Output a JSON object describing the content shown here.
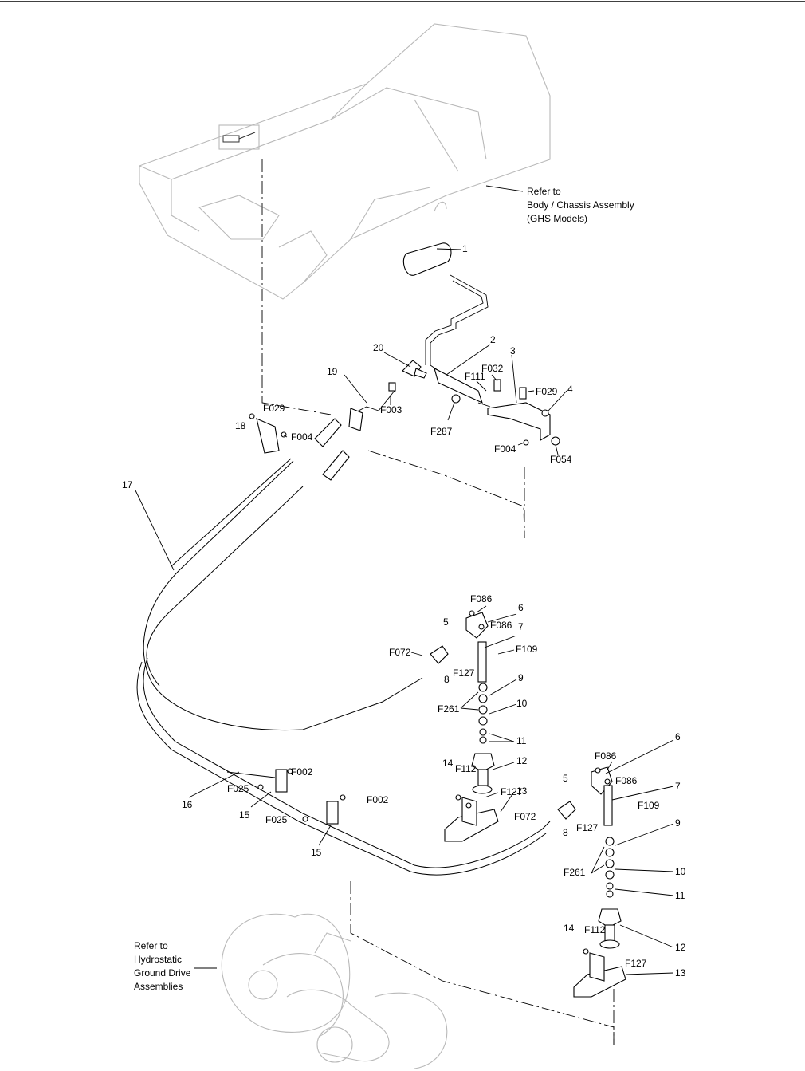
{
  "notes": {
    "body": [
      "Refer to",
      "Body / Chassis Assembly",
      "(GHS Models)"
    ],
    "hydro": [
      "Refer to",
      "Hydrostatic",
      "Ground Drive",
      "Assemblies"
    ]
  },
  "callouts": {
    "c1": "1",
    "c2": "2",
    "c3": "3",
    "c4": "4",
    "c20": "20",
    "c19": "19",
    "f111": "F111",
    "f032": "F032",
    "f029a": "F029",
    "f003": "F003",
    "f287": "F287",
    "f004a": "F004",
    "f054": "F054",
    "f029b": "F029",
    "c18": "18",
    "f004b": "F004",
    "c17": "17",
    "f086a": "F086",
    "c6a": "6",
    "f086b": "F086",
    "c5a": "5",
    "c7a": "7",
    "f072a": "F072",
    "f109a": "F109",
    "c8a": "8",
    "f127a": "F127",
    "c9a": "9",
    "f261a": "F261",
    "c10a": "10",
    "c11a": "11",
    "c14a": "14",
    "f112a": "F112",
    "c12a": "12",
    "f127b": "F127",
    "c13a": "13",
    "f086c": "F086",
    "c6b": "6",
    "f086d": "F086",
    "c5b": "5",
    "c7b": "7",
    "f109b": "F109",
    "f072b": "F072",
    "c8b": "8",
    "f127c": "F127",
    "c9b": "9",
    "f261b": "F261",
    "c10b": "10",
    "c11b": "11",
    "c14b": "14",
    "f112b": "F112",
    "c12b": "12",
    "f127d": "F127",
    "c13b": "13",
    "f002a": "F002",
    "c16": "16",
    "f025a": "F025",
    "c15a": "15",
    "f002b": "F002",
    "f025b": "F025",
    "c15b": "15"
  }
}
